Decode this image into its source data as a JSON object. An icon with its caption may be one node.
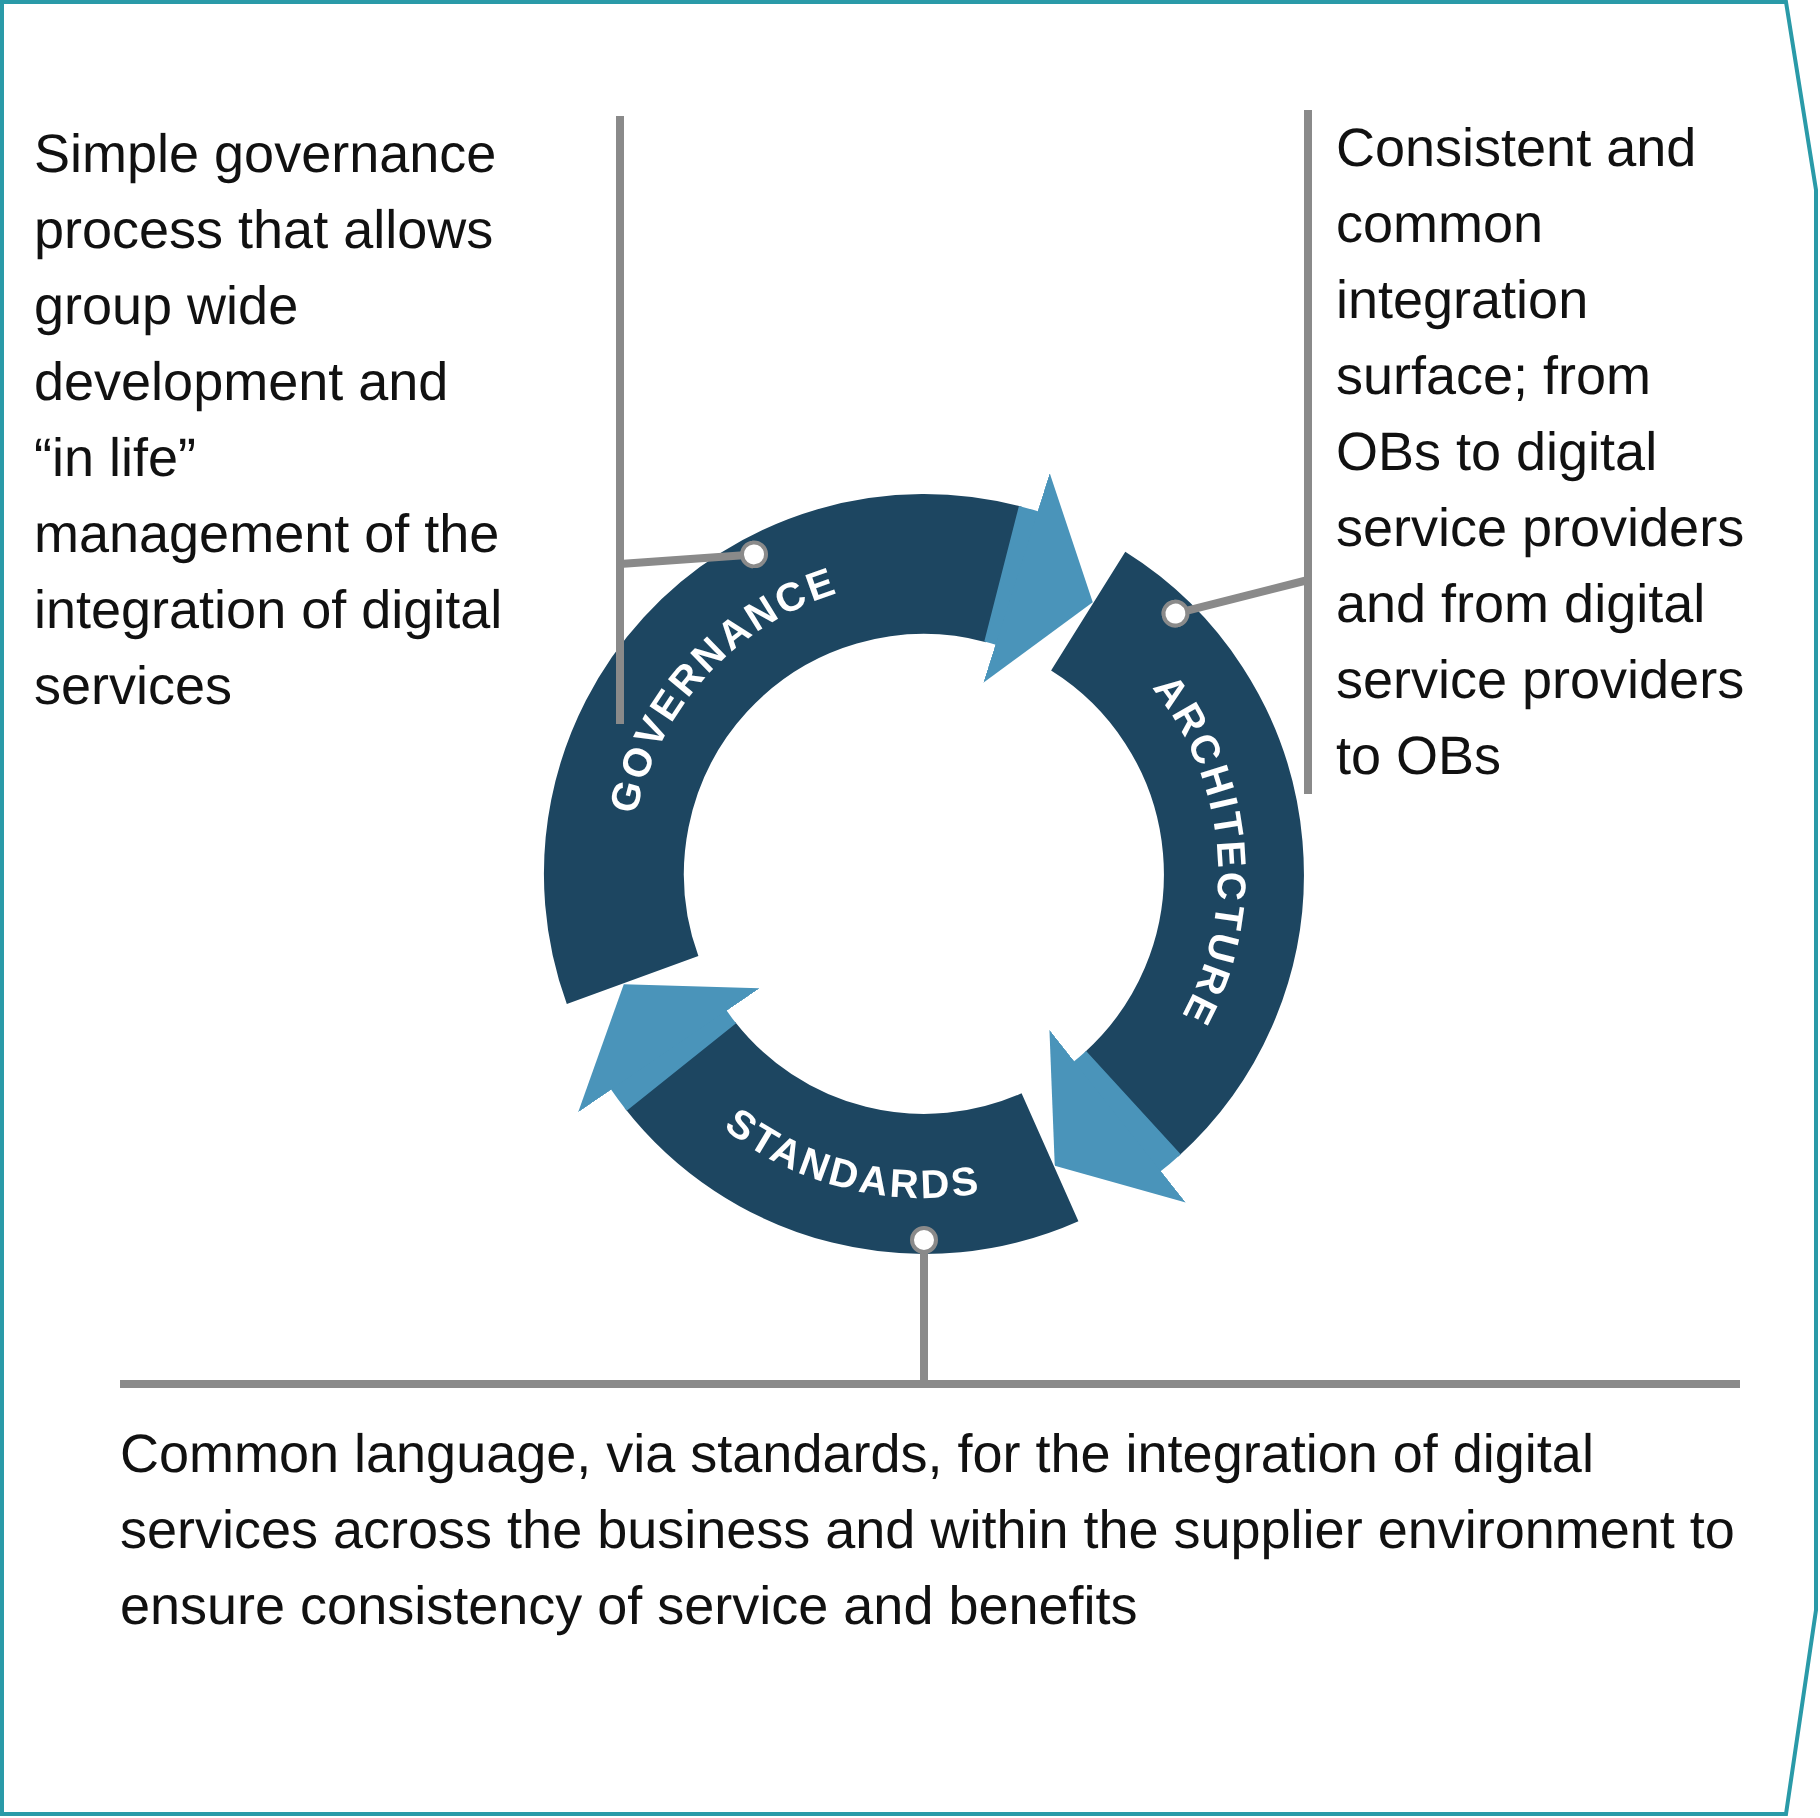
{
  "diagram": {
    "nodes": [
      {
        "text": [
          "Simple governance process that allows group wide development and “in life” management of the integration of digital services"
        ]
      },
      {
        "text": [
          "Consistent and common integration surface; from OBs to digital service providers and from digital service providers to OBs"
        ]
      },
      {
        "text": [
          "GOVERNANCE"
        ]
      },
      {
        "text": [
          "ARCHITECTURE"
        ]
      },
      {
        "text": [
          "STANDARDS"
        ]
      },
      {
        "text": [
          "Common language, via standards, for the integration of digital services across the business and within the supplier environment to ensure consistency of service and benefits"
        ]
      }
    ],
    "edges": [
      {
        "from": 2,
        "to": 3,
        "arrow": "to",
        "style": "thick"
      },
      {
        "from": 3,
        "to": 4,
        "arrow": "to",
        "style": "thick"
      },
      {
        "from": 4,
        "to": 2,
        "arrow": "to",
        "style": "thick"
      },
      {
        "from": 0,
        "to": 2,
        "arrow": "other"
      },
      {
        "from": 1,
        "to": 3,
        "arrow": "other"
      },
      {
        "from": 5,
        "to": 4,
        "arrow": "other"
      }
    ]
  }
}
